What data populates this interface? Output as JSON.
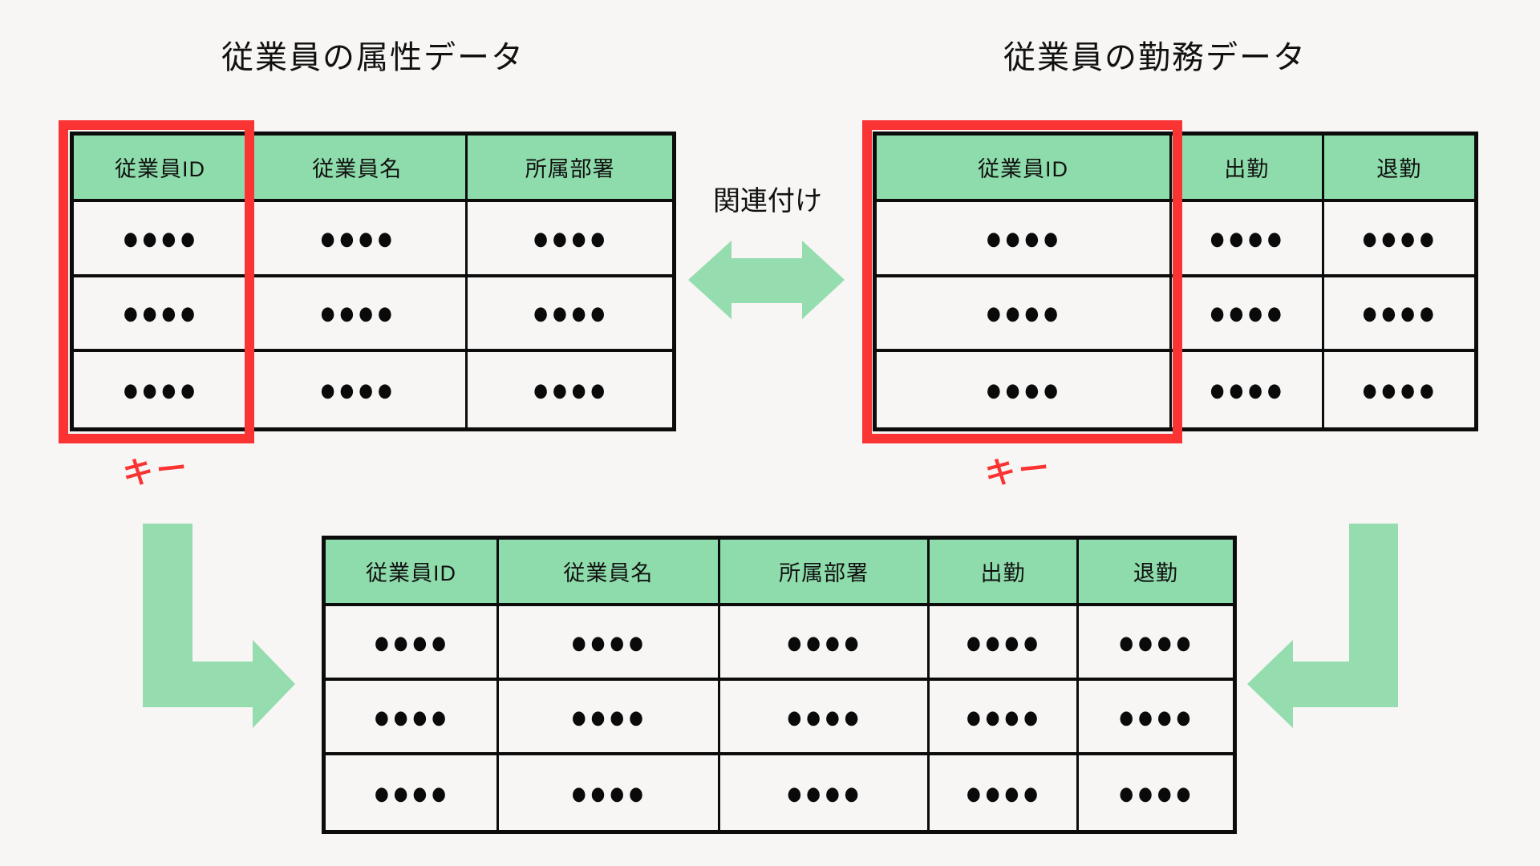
{
  "colors": {
    "background": "#f7f6f4",
    "header_green": "#8edcab",
    "arrow_green": "#95ddae",
    "key_red": "#fa3333",
    "border_black": "#0c0c0c"
  },
  "labels": {
    "relation": "関連付け",
    "key_left": "キー",
    "key_right": "キー"
  },
  "icons": {
    "bidirectional_arrow": "bidirectional-arrow-icon",
    "down_right_arrow": "down-right-arrow-icon",
    "down_left_arrow": "down-left-arrow-icon"
  },
  "tables": {
    "attribute": {
      "title": "従業員の属性データ",
      "headers": [
        "従業員ID",
        "従業員名",
        "所属部署"
      ],
      "rows": [
        [
          "●●●●",
          "●●●●",
          "●●●●"
        ],
        [
          "●●●●",
          "●●●●",
          "●●●●"
        ],
        [
          "●●●●",
          "●●●●",
          "●●●●"
        ]
      ]
    },
    "work": {
      "title": "従業員の勤務データ",
      "headers": [
        "従業員ID",
        "出勤",
        "退勤"
      ],
      "rows": [
        [
          "●●●●",
          "●●●●",
          "●●●●"
        ],
        [
          "●●●●",
          "●●●●",
          "●●●●"
        ],
        [
          "●●●●",
          "●●●●",
          "●●●●"
        ]
      ]
    },
    "merged": {
      "headers": [
        "従業員ID",
        "従業員名",
        "所属部署",
        "出勤",
        "退勤"
      ],
      "rows": [
        [
          "●●●●",
          "●●●●",
          "●●●●",
          "●●●●",
          "●●●●"
        ],
        [
          "●●●●",
          "●●●●",
          "●●●●",
          "●●●●",
          "●●●●"
        ],
        [
          "●●●●",
          "●●●●",
          "●●●●",
          "●●●●",
          "●●●●"
        ]
      ]
    }
  }
}
